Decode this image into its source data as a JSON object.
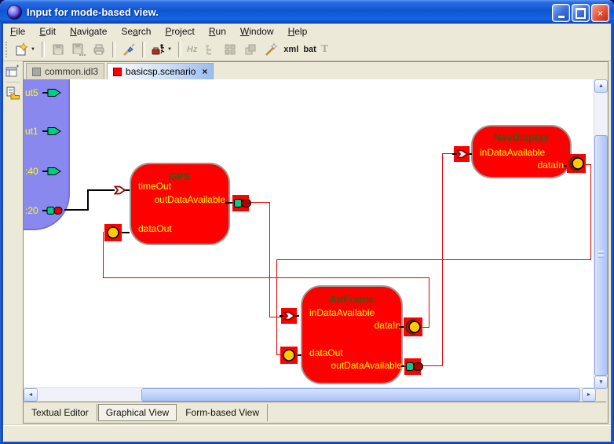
{
  "window": {
    "title": "Input for mode-based view."
  },
  "icons": {
    "close": "×",
    "dropdown": "▼",
    "scroll_up": "▲",
    "scroll_down": "▼",
    "scroll_left": "◄",
    "scroll_right": "►"
  },
  "menu": {
    "items": [
      {
        "pre": "",
        "m": "F",
        "post": "ile"
      },
      {
        "pre": "",
        "m": "E",
        "post": "dit"
      },
      {
        "pre": "",
        "m": "N",
        "post": "avigate"
      },
      {
        "pre": "Se",
        "m": "a",
        "post": "rch"
      },
      {
        "pre": "",
        "m": "P",
        "post": "roject"
      },
      {
        "pre": "",
        "m": "R",
        "post": "un"
      },
      {
        "pre": "",
        "m": "W",
        "post": "indow"
      },
      {
        "pre": "",
        "m": "H",
        "post": "elp"
      }
    ]
  },
  "toolbar": {
    "hz": "Hz",
    "xml": "xml",
    "bat": "bat",
    "t": "T"
  },
  "editor": {
    "tabs": [
      {
        "label": "common.idl3"
      },
      {
        "label": "basicsp.scenario"
      }
    ]
  },
  "diagram": {
    "system_ports": [
      {
        "label": "ut5"
      },
      {
        "label": "ut1"
      },
      {
        "label": ":40"
      },
      {
        "label": ":20"
      }
    ],
    "gps": {
      "title": "GPS",
      "timeout": "timeOut",
      "outdata": "outDataAvailable",
      "dataout": "dataOut"
    },
    "airframe": {
      "title": "AirFrame",
      "indata": "inDataAvailable",
      "datain": "dataIn",
      "dataout": "dataOut",
      "outdata": "outDataAvailable"
    },
    "navdisplay": {
      "title": "NavDisplay",
      "indata": "inDataAvailable",
      "datain": "dataIn"
    }
  },
  "view_tabs": [
    {
      "label": "Textual Editor"
    },
    {
      "label": "Graphical View"
    },
    {
      "label": "Form-based View"
    }
  ],
  "colors": {
    "component_red": "#ff0000",
    "connection_red": "#e60000",
    "port_label_yellow": "#ffff00",
    "component_title_green": "#2e5c14",
    "system_blue": "#8888ef",
    "port_green": "#00cc88",
    "port_gold": "#ffcc00",
    "titlebar_blue": "#0f54d2"
  }
}
